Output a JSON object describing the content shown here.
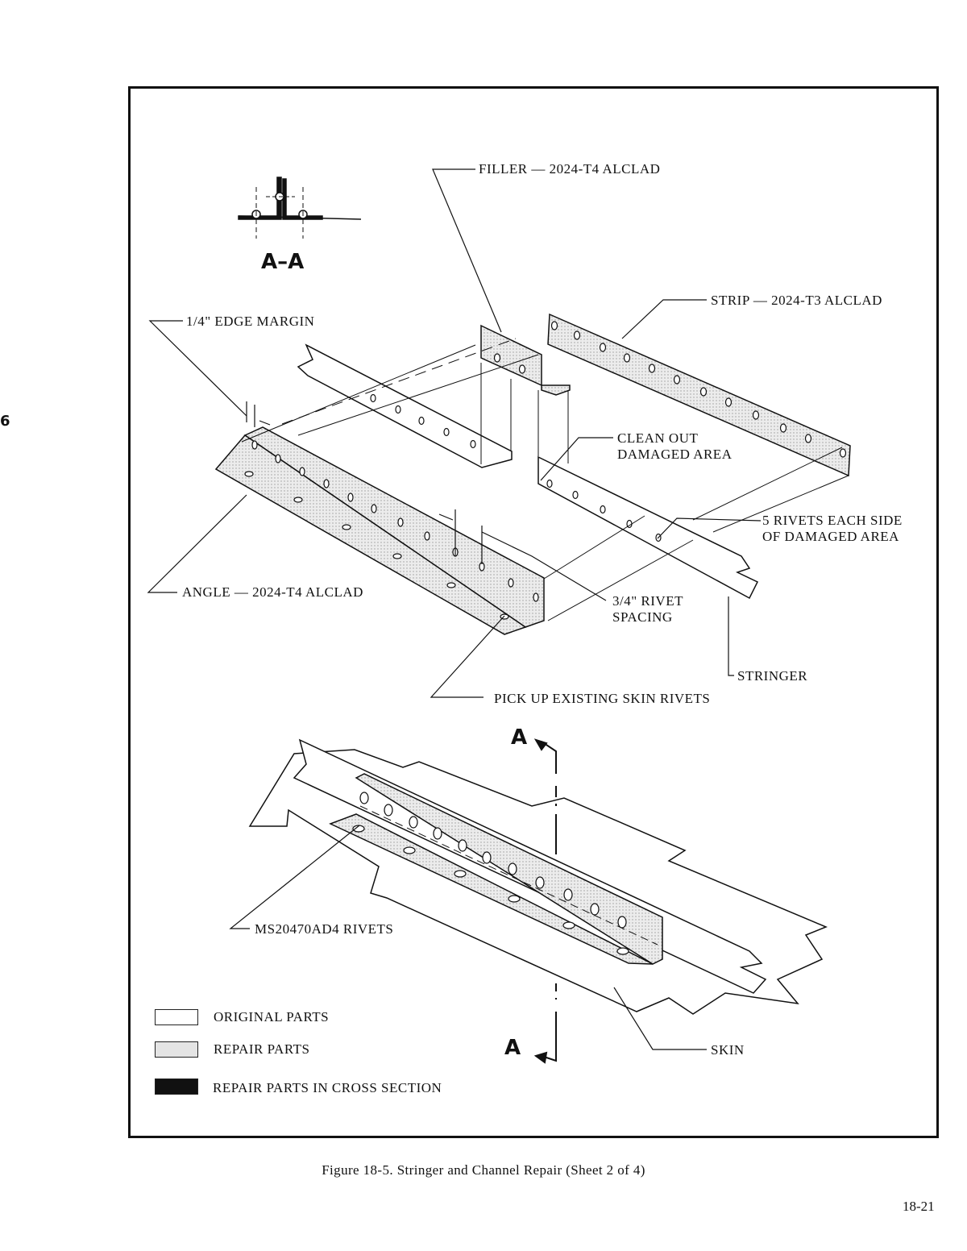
{
  "margin_mark": "6",
  "section_view": {
    "label": "A–A",
    "cut_label_top": "A",
    "cut_label_bottom": "A"
  },
  "callouts": {
    "filler": "FILLER — 2024-T4 ALCLAD",
    "strip": "STRIP — 2024-T3 ALCLAD",
    "edge_margin": "1/4\" EDGE MARGIN",
    "clean_out_1": "CLEAN OUT",
    "clean_out_2": "DAMAGED AREA",
    "rivets_side_1": "5 RIVETS EACH SIDE",
    "rivets_side_2": "OF DAMAGED AREA",
    "angle": "ANGLE — 2024-T4 ALCLAD",
    "rivet_spacing_1": "3/4\" RIVET",
    "rivet_spacing_2": "SPACING",
    "stringer": "STRINGER",
    "pick_up": "PICK UP EXISTING SKIN RIVETS",
    "ms_rivets": "MS20470AD4 RIVETS",
    "skin": "SKIN"
  },
  "legend": {
    "original": "ORIGINAL PARTS",
    "repair": "REPAIR PARTS",
    "cross_section": "REPAIR PARTS IN CROSS SECTION"
  },
  "colors": {
    "repair_fill": "#e4e4e4",
    "line": "#111111",
    "cross_section": "#111111"
  },
  "caption": "Figure 18-5.  Stringer and Channel Repair (Sheet 2 of 4)",
  "page_number": "18-21"
}
